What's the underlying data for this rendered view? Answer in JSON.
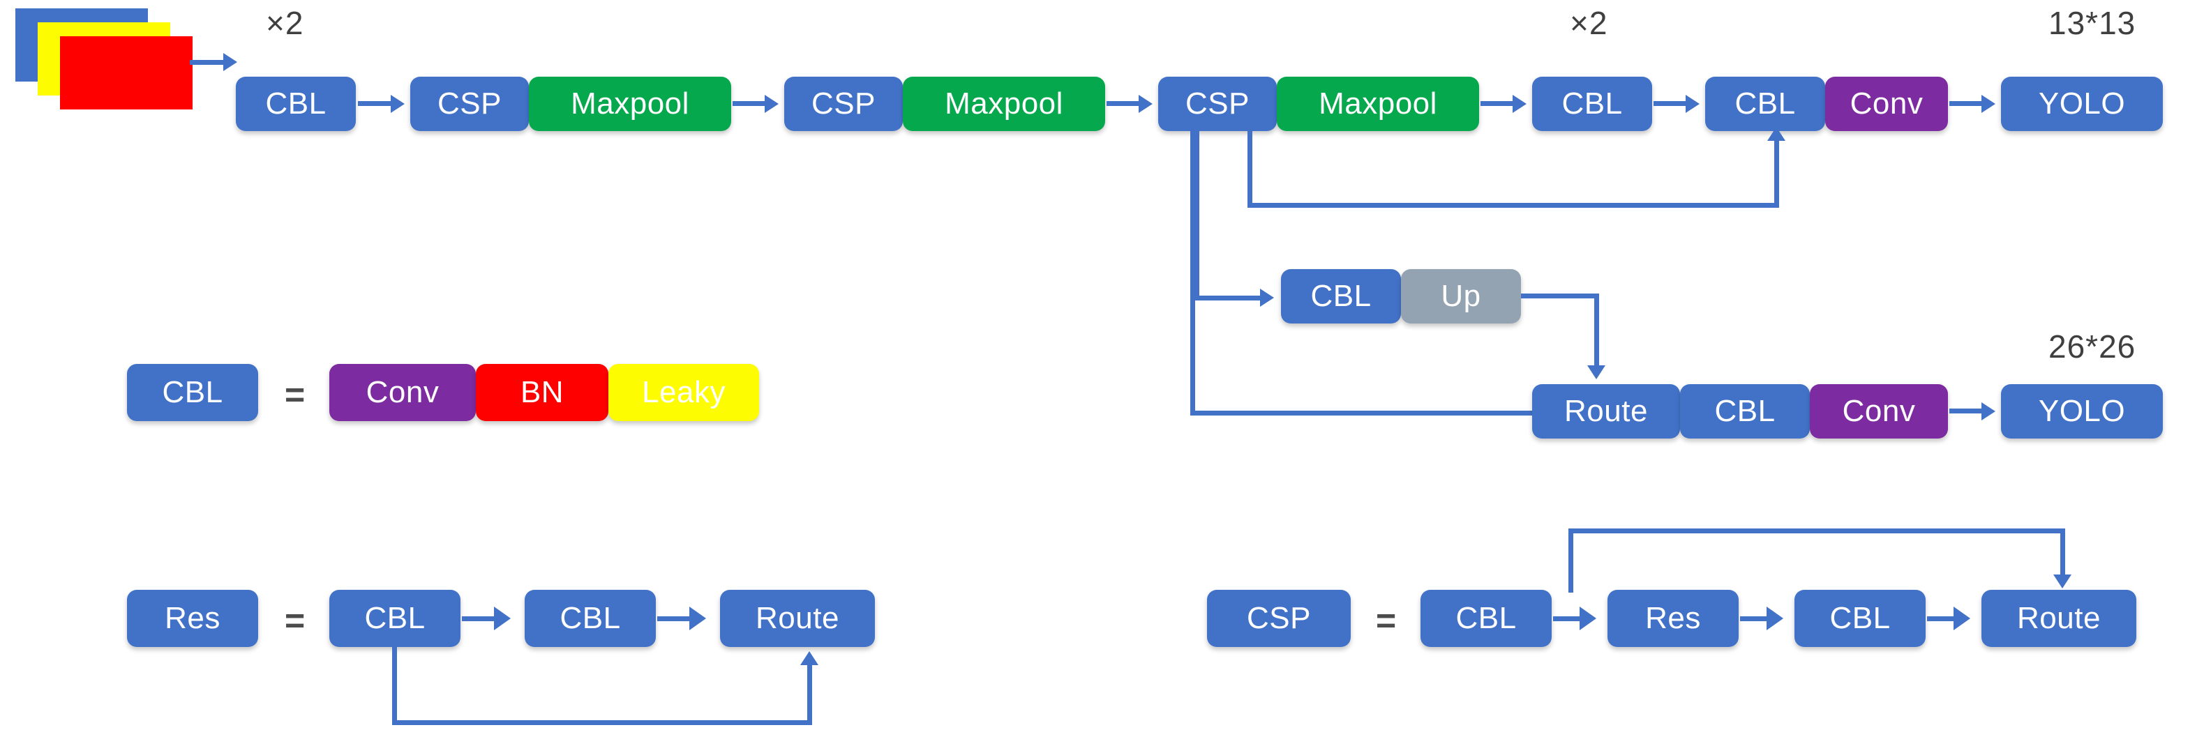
{
  "diagram": {
    "title": "YOLO network architecture block diagram",
    "colors": {
      "blue": "#4272c8",
      "green": "#05a84c",
      "purple": "#7d2ba0",
      "red": "#fe0000",
      "yellow": "#fdfc01",
      "gray": "#94a3b2",
      "label_text": "#3f3f3f",
      "background": "#ffffff"
    },
    "input_stack": {
      "name": "input-image-stack",
      "layers": [
        "blue",
        "yellow",
        "red"
      ]
    },
    "backbone": {
      "repeat_label_1": "×2",
      "nodes": [
        {
          "label": "CBL",
          "color": "blue"
        },
        {
          "label": "CSP",
          "color": "blue"
        },
        {
          "label": "Maxpool",
          "color": "green"
        },
        {
          "label": "CSP",
          "color": "blue"
        },
        {
          "label": "Maxpool",
          "color": "green"
        },
        {
          "label": "CSP",
          "color": "blue"
        },
        {
          "label": "Maxpool",
          "color": "green"
        },
        {
          "label": "CBL",
          "color": "blue"
        },
        {
          "label": "CBL",
          "color": "blue"
        },
        {
          "label": "Conv",
          "color": "purple"
        },
        {
          "label": "YOLO",
          "color": "blue"
        }
      ],
      "repeat_label_2": "×2",
      "output_scale_1": "13*13"
    },
    "upsample_branch": {
      "nodes": [
        {
          "label": "CBL",
          "color": "blue"
        },
        {
          "label": "Up",
          "color": "gray"
        }
      ]
    },
    "head_branch": {
      "nodes": [
        {
          "label": "Route",
          "color": "blue"
        },
        {
          "label": "CBL",
          "color": "blue"
        },
        {
          "label": "Conv",
          "color": "purple"
        },
        {
          "label": "YOLO",
          "color": "blue"
        }
      ],
      "output_scale_2": "26*26"
    },
    "legend_cbl": {
      "name": "CBL",
      "equals": "=",
      "parts": [
        {
          "label": "Conv",
          "color": "purple"
        },
        {
          "label": "BN",
          "color": "red"
        },
        {
          "label": "Leaky",
          "color": "yellow"
        }
      ]
    },
    "legend_res": {
      "name": "Res",
      "equals": "=",
      "parts": [
        {
          "label": "CBL",
          "color": "blue"
        },
        {
          "label": "CBL",
          "color": "blue"
        },
        {
          "label": "Route",
          "color": "blue"
        }
      ]
    },
    "legend_csp": {
      "name": "CSP",
      "equals": "=",
      "parts": [
        {
          "label": "CBL",
          "color": "blue"
        },
        {
          "label": "Res",
          "color": "blue"
        },
        {
          "label": "CBL",
          "color": "blue"
        },
        {
          "label": "Route",
          "color": "blue"
        }
      ]
    }
  }
}
